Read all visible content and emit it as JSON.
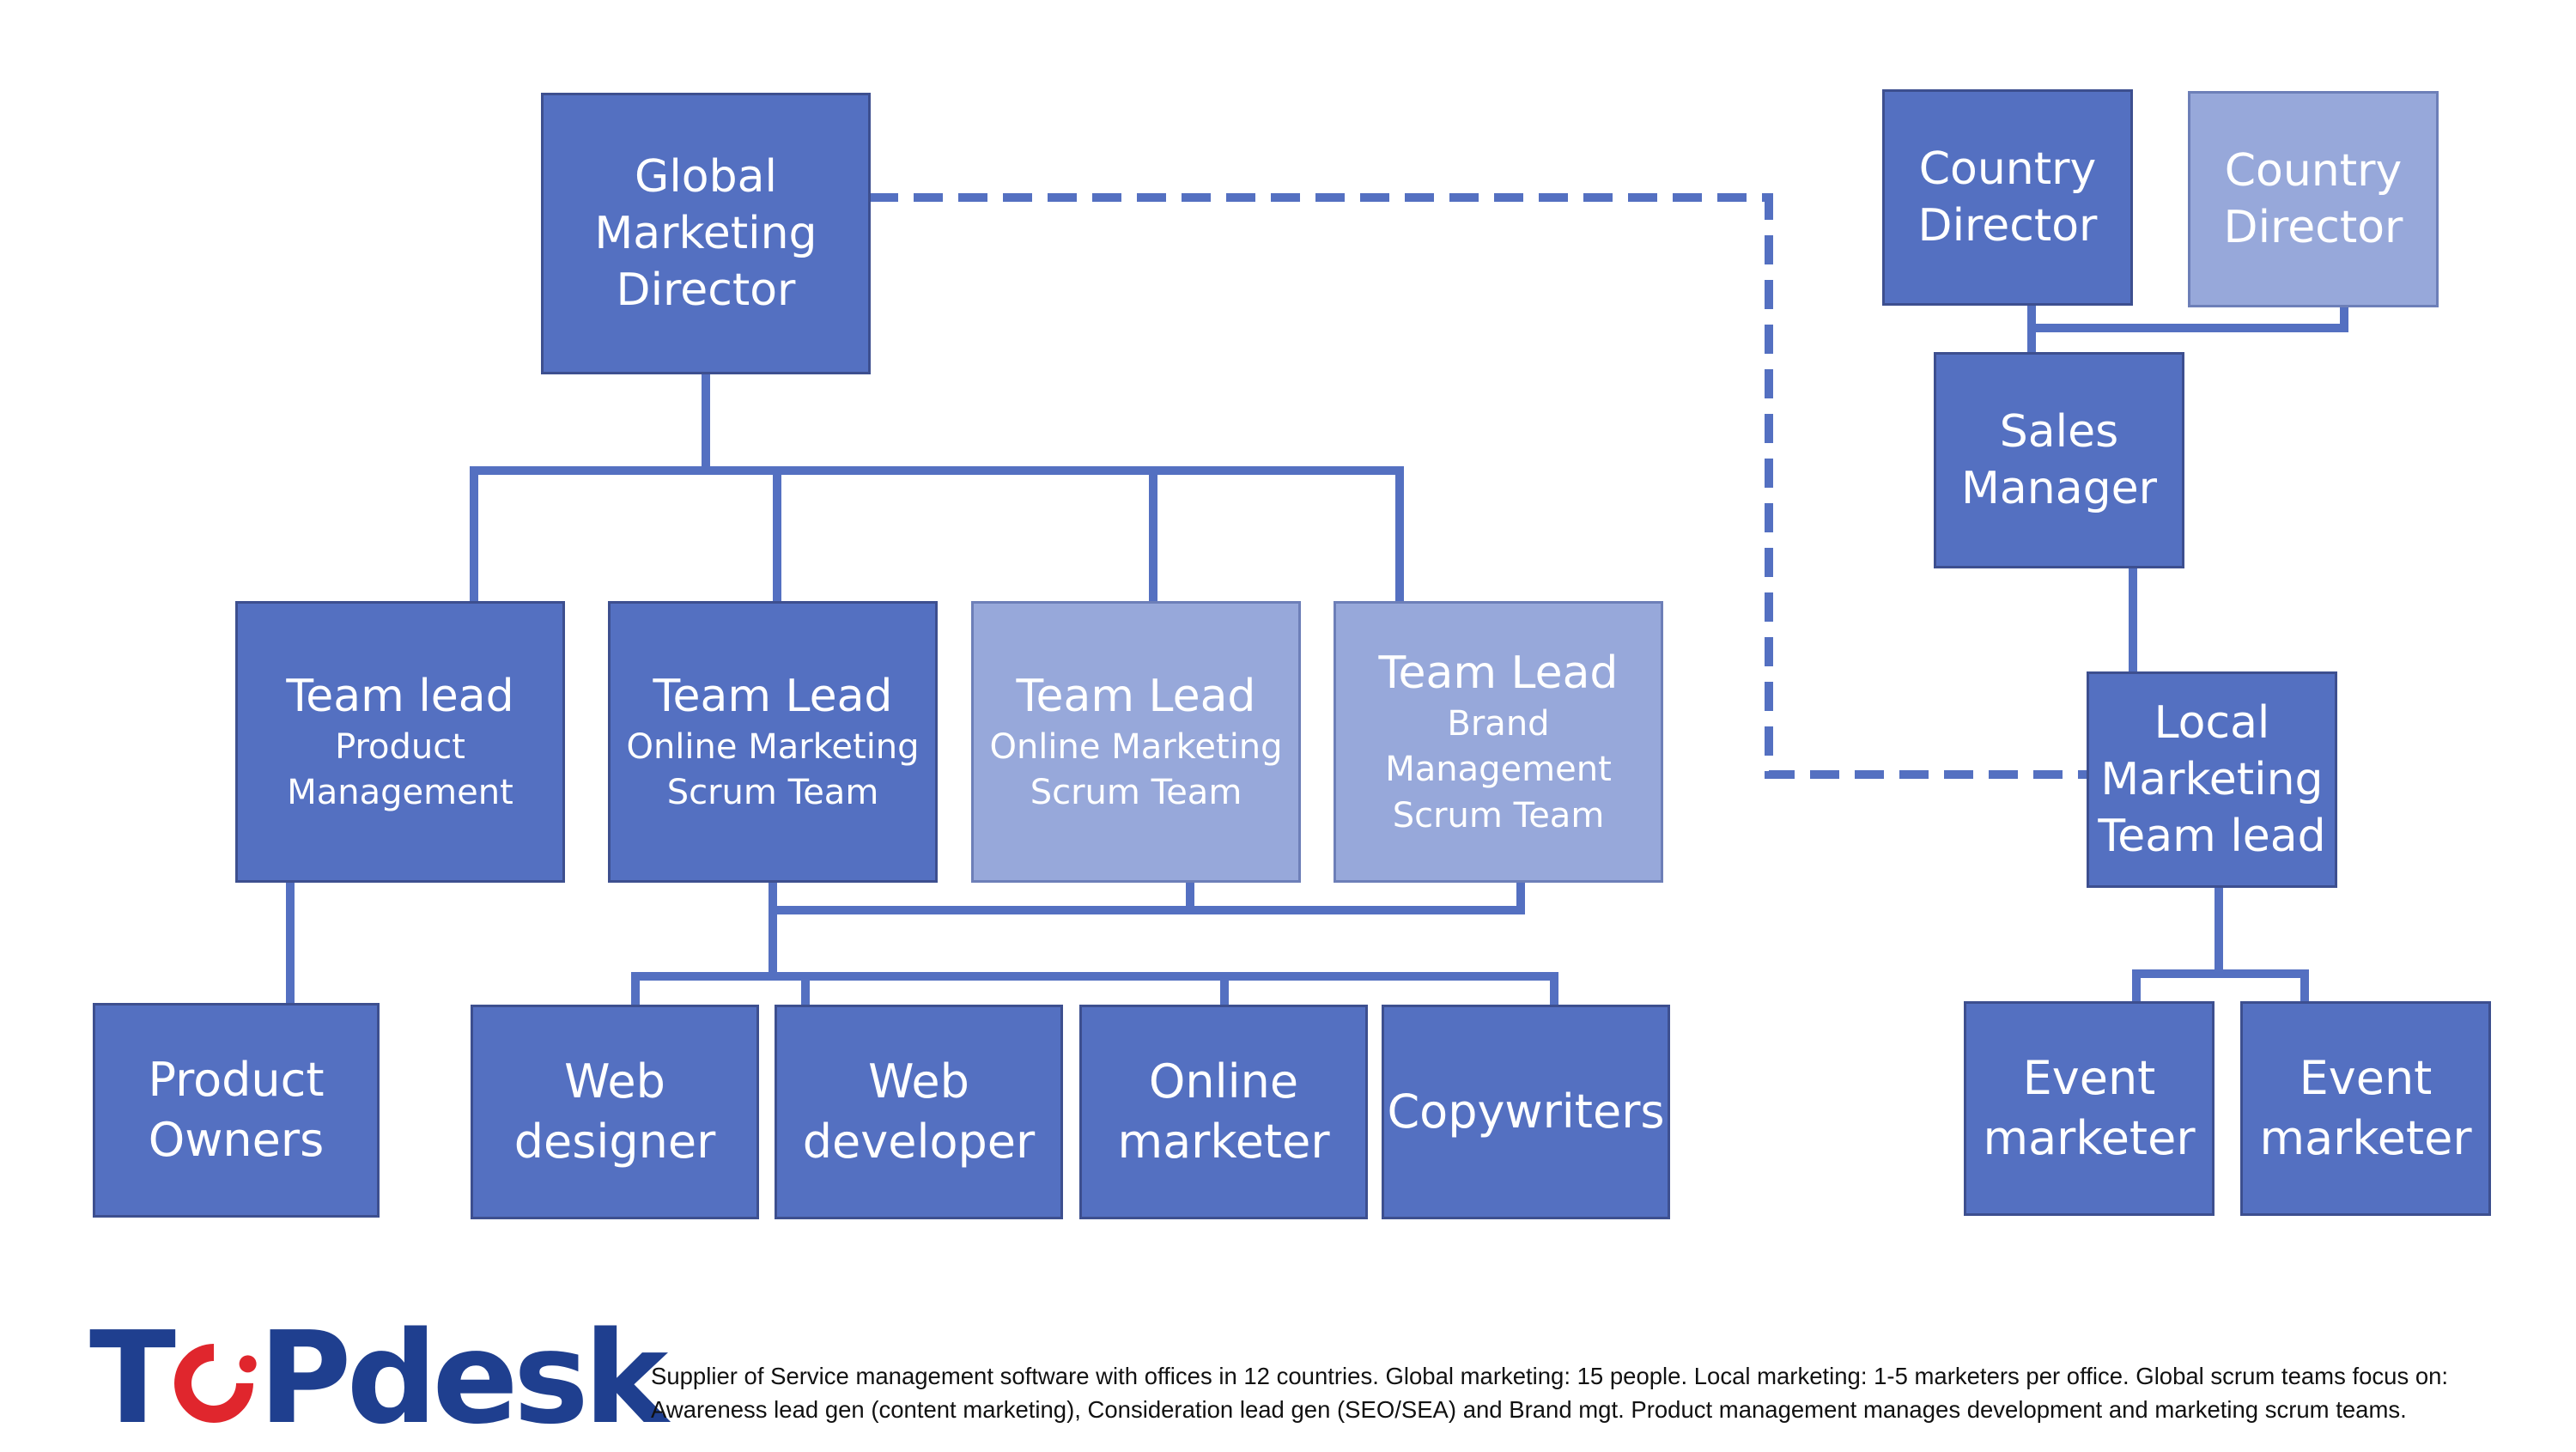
{
  "nodes": {
    "global_director": [
      "Global",
      "Marketing",
      "Director"
    ],
    "country_director_1": [
      "Country",
      "Director"
    ],
    "country_director_2": [
      "Country",
      "Director"
    ],
    "sales_manager": [
      "Sales",
      "Manager"
    ],
    "team_lead_pm": {
      "title": "Team lead",
      "sub": [
        "Product",
        "Management"
      ]
    },
    "team_lead_online_1": {
      "title": "Team Lead",
      "sub": [
        "Online Marketing",
        "Scrum Team"
      ]
    },
    "team_lead_online_2": {
      "title": "Team Lead",
      "sub": [
        "Online Marketing",
        "Scrum Team"
      ]
    },
    "team_lead_brand": {
      "title": "Team Lead",
      "sub": [
        "Brand",
        "Management",
        "Scrum Team"
      ]
    },
    "local_lead": [
      "Local",
      "Marketing",
      "Team lead"
    ],
    "product_owners": [
      "Product",
      "Owners"
    ],
    "web_designer": [
      "Web",
      "designer"
    ],
    "web_developer": [
      "Web",
      "developer"
    ],
    "online_marketer": [
      "Online",
      "marketer"
    ],
    "copywriters": [
      "Copywriters"
    ],
    "event_marketer_1": [
      "Event",
      "marketer"
    ],
    "event_marketer_2": [
      "Event",
      "marketer"
    ]
  },
  "colors": {
    "dark": "#5470c1",
    "light": "#97a8da",
    "line": "#5470c1",
    "logo_navy": "#1f3f8f",
    "logo_red": "#e0262d"
  },
  "logo": {
    "left": "T",
    "right": "Pdesk"
  },
  "footnote": [
    "Supplier of Service management software with offices in 12 countries. Global marketing: 15 people. Local marketing: 1-5 marketers per office.  Global scrum teams focus on:",
    "Awareness lead gen (content marketing), Consideration lead gen (SEO/SEA) and Brand mgt. Product management manages development and marketing scrum teams."
  ]
}
